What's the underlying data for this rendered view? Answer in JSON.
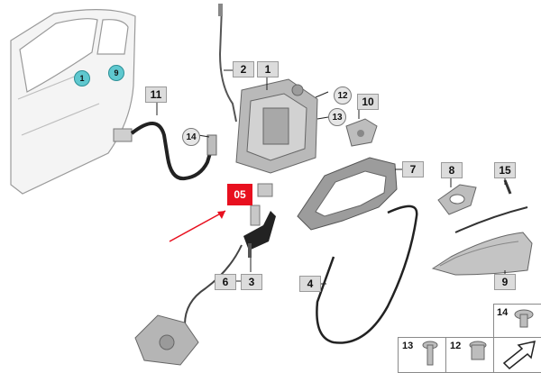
{
  "diagram": {
    "highlight_label": "05",
    "callouts": {
      "c1": "1",
      "c2": "2",
      "c3": "3",
      "c4": "4",
      "c6": "6",
      "c7": "7",
      "c8": "8",
      "c9": "9",
      "c10": "10",
      "c11": "11",
      "c12": "12",
      "c13": "13",
      "c14": "14",
      "c15": "15"
    },
    "door_markers": {
      "m1": "1",
      "m9": "9"
    },
    "legend": {
      "l14": "14",
      "l13": "13",
      "l12": "12"
    },
    "colors": {
      "highlight": "#e8101f",
      "door_marker": "#5fc8cf",
      "callout_fill": "#dcdcdc",
      "arrow": "#e8101f"
    }
  }
}
